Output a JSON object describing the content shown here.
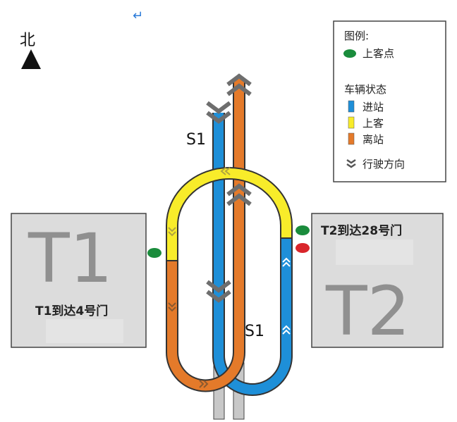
{
  "north_label": "北",
  "return_glyph": "↵",
  "legend": {
    "title": "图例:",
    "boarding_point": "上客点",
    "vehicle_status_title": "车辆状态",
    "statuses": [
      {
        "label": "进站",
        "color": "#1e8fd8"
      },
      {
        "label": "上客",
        "color": "#f8ec2a"
      },
      {
        "label": "离站",
        "color": "#e47a2a"
      }
    ],
    "direction": "行驶方向"
  },
  "track_labels": {
    "top": "S1",
    "bottom": "S1"
  },
  "terminals": [
    {
      "name": "T1",
      "caption": "T1到达4号门"
    },
    {
      "name": "T2",
      "caption": "T2到达28号门"
    }
  ],
  "colors": {
    "boarding": "#1a8c3c",
    "alight": "#d9262b",
    "track_gray": "#c8c8c8",
    "chevron": "#6e6e6e"
  }
}
